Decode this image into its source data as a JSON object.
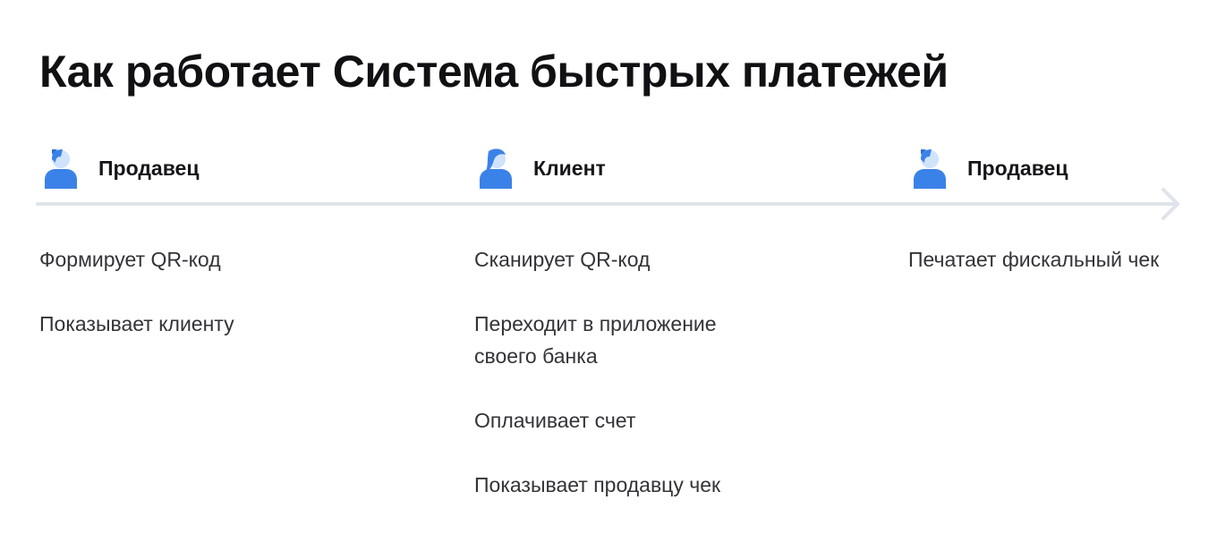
{
  "title": "Как работает Система быстрых платежей",
  "colors": {
    "accent": "#3b82e8",
    "accent_light": "#cfe3fb",
    "timeline": "#dfe4ea"
  },
  "columns": [
    {
      "actor": "Продавец",
      "icon": "person-icon",
      "steps": [
        "Формирует QR-код",
        "Показывает клиенту"
      ]
    },
    {
      "actor": "Клиент",
      "icon": "person-icon",
      "steps": [
        "Сканирует QR-код",
        "Переходит в приложение своего банка",
        "Оплачивает счет",
        "Показывает продавцу чек"
      ]
    },
    {
      "actor": "Продавец",
      "icon": "person-icon",
      "steps": [
        "Печатает фискальный чек"
      ]
    }
  ]
}
